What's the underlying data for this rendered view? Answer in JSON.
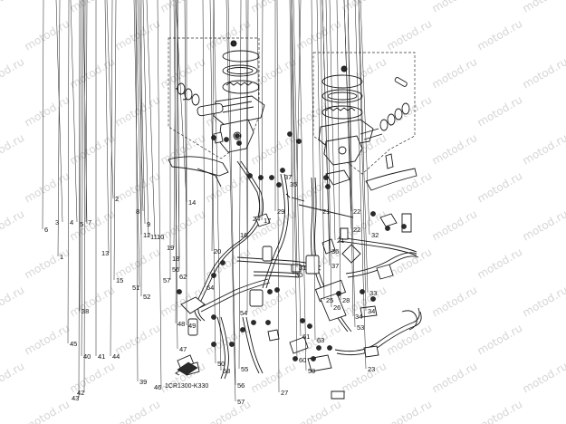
{
  "watermark": "motod.ru",
  "diagram_code": "1CR1300-K330",
  "callouts": [
    "1",
    "2",
    "3",
    "4",
    "5",
    "6",
    "7",
    "8",
    "9",
    "10",
    "11",
    "12",
    "13",
    "14",
    "15",
    "16",
    "17",
    "18",
    "19",
    "20",
    "21",
    "22",
    "23",
    "24",
    "25",
    "26",
    "27",
    "28",
    "29",
    "30",
    "31",
    "32",
    "33",
    "34",
    "35",
    "36",
    "37",
    "38",
    "39",
    "40",
    "41",
    "42",
    "43",
    "44",
    "45",
    "46",
    "47",
    "48",
    "49",
    "50",
    "51",
    "52",
    "53",
    "54",
    "55",
    "56",
    "57",
    "58",
    "59",
    "60",
    "61",
    "62",
    "63",
    "64"
  ]
}
